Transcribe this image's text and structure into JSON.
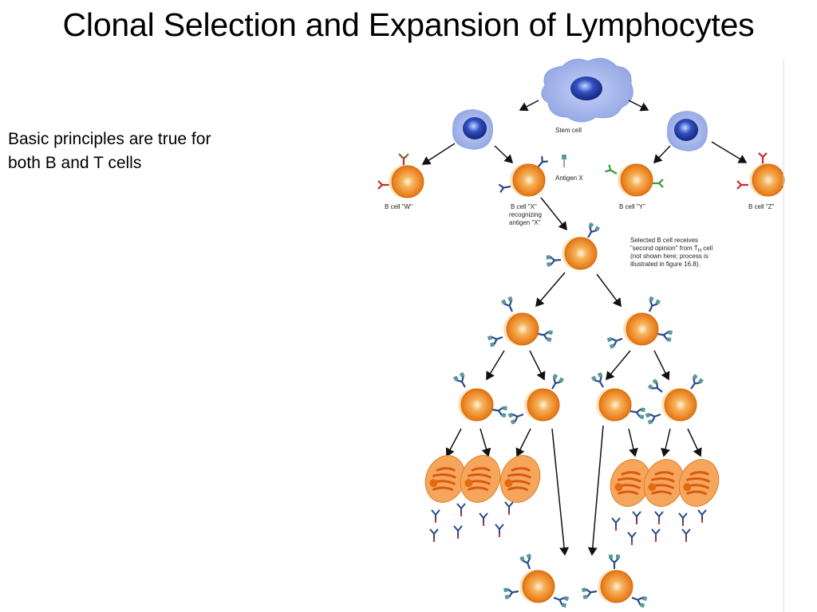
{
  "slide": {
    "title": "Clonal Selection and Expansion of Lymphocytes",
    "body": [
      "Basic principles are true for",
      "both B and T cells"
    ]
  },
  "figure": {
    "labels": {
      "stem_cell": "Stem cell",
      "antigen_x": "Antigen X",
      "b_cell_w": "B cell \"W\"",
      "b_cell_x": [
        "B cell \"X\"",
        "recognizing",
        "antigen \"X\""
      ],
      "b_cell_y": "B cell \"Y\"",
      "b_cell_z": "B cell \"Z\"",
      "selected_note": [
        "Selected B cell receives",
        "\"second opinion\" from T",
        "(not shown here; process is",
        "illustrated in figure 16.8)."
      ],
      "th_sub": "H",
      "th_suffix": " cell"
    },
    "colors": {
      "stem_blue": "#a9b8ea",
      "nucleus_blue": "#2244aa",
      "b_cell_orange": "#f08c1e",
      "plasma_orange": "#f6a65c",
      "receptor_blue": "#2a4a8a",
      "receptor_red": "#cc2a2a",
      "receptor_green": "#3a9a3a",
      "antigen_teal": "#5a9a9a"
    }
  }
}
